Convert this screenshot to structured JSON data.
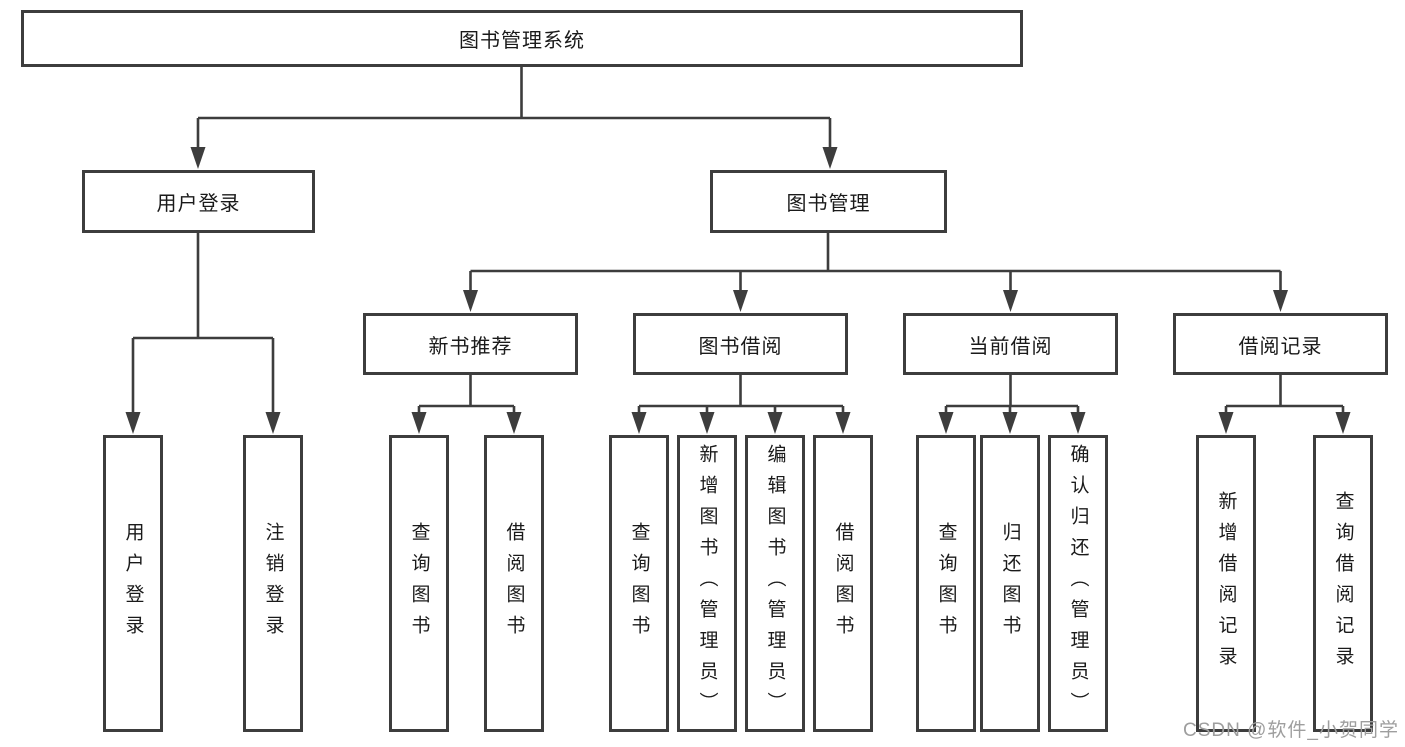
{
  "diagram": {
    "root": {
      "label": "图书管理系统"
    },
    "branches": [
      {
        "label": "用户登录",
        "children": [
          {
            "label": "用户登录"
          },
          {
            "label": "注销登录"
          }
        ]
      },
      {
        "label": "图书管理",
        "sections": [
          {
            "label": "新书推荐",
            "children": [
              {
                "label": "查询图书"
              },
              {
                "label": "借阅图书"
              }
            ]
          },
          {
            "label": "图书借阅",
            "children": [
              {
                "label": "查询图书"
              },
              {
                "label": "新增图书（管理员）"
              },
              {
                "label": "编辑图书（管理员）"
              },
              {
                "label": "借阅图书"
              }
            ]
          },
          {
            "label": "当前借阅",
            "children": [
              {
                "label": "查询图书"
              },
              {
                "label": "归还图书"
              },
              {
                "label": "确认归还（管理员）"
              }
            ]
          },
          {
            "label": "借阅记录",
            "children": [
              {
                "label": "新增借阅记录"
              },
              {
                "label": "查询借阅记录"
              }
            ]
          }
        ]
      }
    ]
  },
  "watermark": "CSDN @软件_小贺同学",
  "colors": {
    "line": "#3d3d3d",
    "text": "#1a1a1a",
    "watermark": "#9e9e9e",
    "background": "#ffffff"
  }
}
